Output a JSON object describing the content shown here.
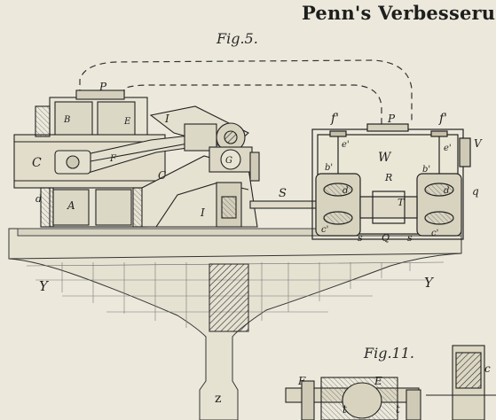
{
  "title": "Penn's Verbesserun",
  "figures": [
    {
      "id": "fig5",
      "caption": "Fig.5."
    },
    {
      "id": "fig11",
      "caption": "Fig.11."
    }
  ],
  "labels": {
    "P_left": "P",
    "P_right": "P",
    "f1_left": "f'",
    "f1_right": "f'",
    "e1_left": "e'",
    "e1_right": "e'",
    "V": "V",
    "W": "W",
    "b1_left": "b'",
    "b1_right": "b'",
    "d_left": "d",
    "d_right": "d",
    "R": "R",
    "T": "T",
    "q": "q",
    "c1_left": "c'",
    "c1_right": "c'",
    "s_left": "s",
    "Q": "Q",
    "s_right": "s",
    "S": "S",
    "B": "B",
    "E": "E",
    "I_top": "I",
    "C_left": "C",
    "C_mid": "C",
    "F": "F",
    "G": "G",
    "A": "A",
    "d_small": "d",
    "I_bottom": "I",
    "Y_left": "Y",
    "Y_right": "Y",
    "z": "z",
    "fig11_F": "F",
    "fig11_E": "E",
    "fig11_t_left": "t",
    "fig11_t_right": "t",
    "fig11_c": "c"
  }
}
